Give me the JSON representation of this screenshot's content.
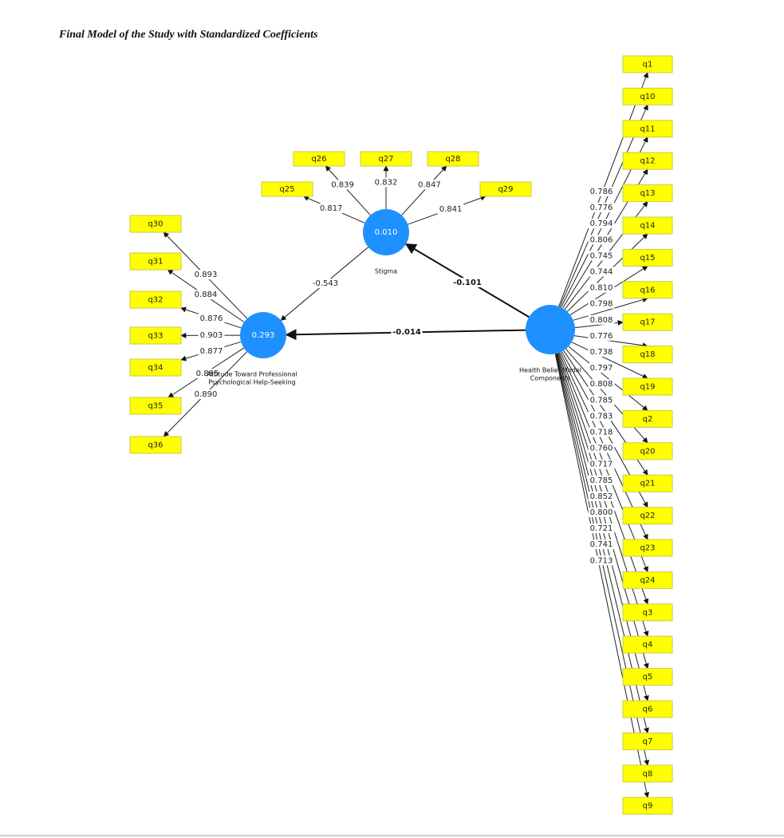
{
  "caption": "Final Model of the Study with Standardized Coefficients",
  "colors": {
    "indicator_fill": "#ffff00",
    "indicator_border": "#c9c94a",
    "latent_fill": "#1e90ff",
    "line": "#222222"
  },
  "latent_variables": {
    "stigma": {
      "label": "Stigma",
      "value": "0.010"
    },
    "attitude": {
      "label_lines": [
        "Attitude Toward Professional",
        "Psychological Help-Seeking"
      ],
      "value": "0.293"
    },
    "hbm": {
      "label_lines": [
        "Health Belief Model",
        "Components"
      ],
      "value": ""
    }
  },
  "structural_paths": [
    {
      "from": "hbm",
      "to": "stigma",
      "coef": "-0.101"
    },
    {
      "from": "hbm",
      "to": "attitude",
      "coef": "-0.014"
    },
    {
      "from": "stigma",
      "to": "attitude",
      "coef": "-0.543"
    }
  ],
  "stigma_indicators": [
    {
      "name": "q25",
      "loading": "0.817"
    },
    {
      "name": "q26",
      "loading": "0.839"
    },
    {
      "name": "q27",
      "loading": "0.832"
    },
    {
      "name": "q28",
      "loading": "0.847"
    },
    {
      "name": "q29",
      "loading": "0.841"
    }
  ],
  "attitude_indicators": [
    {
      "name": "q30",
      "loading": "0.893"
    },
    {
      "name": "q31",
      "loading": "0.884"
    },
    {
      "name": "q32",
      "loading": "0.876"
    },
    {
      "name": "q33",
      "loading": "0.903"
    },
    {
      "name": "q34",
      "loading": "0.877"
    },
    {
      "name": "q35",
      "loading": "0.885"
    },
    {
      "name": "q36",
      "loading": "0.890"
    }
  ],
  "hbm_indicators": [
    {
      "name": "q1",
      "loading": "0.786"
    },
    {
      "name": "q10",
      "loading": "0.776"
    },
    {
      "name": "q11",
      "loading": "0.794"
    },
    {
      "name": "q12",
      "loading": "0.806"
    },
    {
      "name": "q13",
      "loading": "0.745"
    },
    {
      "name": "q14",
      "loading": "0.744"
    },
    {
      "name": "q15",
      "loading": "0.810"
    },
    {
      "name": "q16",
      "loading": "0.798"
    },
    {
      "name": "q17",
      "loading": "0.808"
    },
    {
      "name": "q18",
      "loading": "0.776"
    },
    {
      "name": "q19",
      "loading": "0.738"
    },
    {
      "name": "q2",
      "loading": "0.797"
    },
    {
      "name": "q20",
      "loading": "0.808"
    },
    {
      "name": "q21",
      "loading": "0.785"
    },
    {
      "name": "q22",
      "loading": "0.783"
    },
    {
      "name": "q23",
      "loading": "0.718"
    },
    {
      "name": "q24",
      "loading": "0.760"
    },
    {
      "name": "q3",
      "loading": "0.717"
    },
    {
      "name": "q4",
      "loading": "0.785"
    },
    {
      "name": "q5",
      "loading": "0.852"
    },
    {
      "name": "q6",
      "loading": "0.800"
    },
    {
      "name": "q7",
      "loading": "0.721"
    },
    {
      "name": "q8",
      "loading": "0.741"
    },
    {
      "name": "q9",
      "loading": "0.713"
    }
  ]
}
